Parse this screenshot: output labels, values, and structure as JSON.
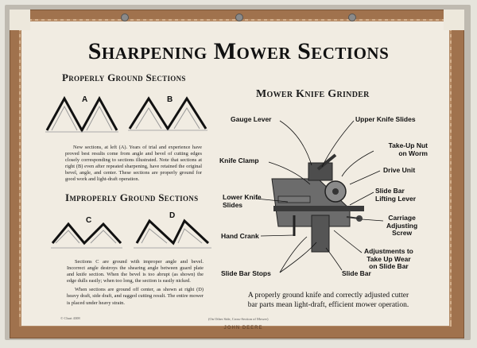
{
  "title": "Sharpening Mower Sections",
  "left": {
    "proper_heading": "Properly Ground Sections",
    "proper_letters": [
      "A",
      "B"
    ],
    "proper_paragraph": "New sections, at left (A). Years of trial and experience have proved best results come from angle and bevel of cutting edges closely corresponding to sections illustrated. Note that sections at right (B) even after repeated sharpening, have retained the original bevel, angle, and center. These sections are properly ground for good work and light-draft operation.",
    "improper_heading": "Improperly Ground Sections",
    "improper_letters": [
      "C",
      "D"
    ],
    "improper_paragraph_1": "Sections C are ground with improper angle and bevel. Incorrect angle destroys the shearing angle between guard plate and knife section. When the bevel is too abrupt (as shown) the edge dulls easily; when too long, the section is easily nicked.",
    "improper_paragraph_2": "When sections are ground off center, as shown at right (D) heavy draft, side draft, and ragged cutting result. The entire mower is placed under heavy strain."
  },
  "right": {
    "heading": "Mower Knife Grinder",
    "labels": {
      "gauge_lever": "Gauge Lever",
      "upper_knife_slides": "Upper Knife Slides",
      "take_up_nut_1": "Take-Up Nut",
      "take_up_nut_2": "on Worm",
      "knife_clamp": "Knife Clamp",
      "drive_unit": "Drive Unit",
      "lower_knife_1": "Lower Knife",
      "lower_knife_2": "Slides",
      "slide_bar_lifting_1": "Slide Bar",
      "slide_bar_lifting_2": "Lifting Lever",
      "carriage_1": "Carriage",
      "carriage_2": "Adjusting",
      "carriage_3": "Screw",
      "hand_crank": "Hand Crank",
      "adjustments_1": "Adjustments to",
      "adjustments_2": "Take Up Wear",
      "adjustments_3": "on Slide Bar",
      "slide_bar_stops": "Slide Bar Stops",
      "slide_bar": "Slide Bar"
    },
    "caption_1": "A properly ground knife and correctly adjusted cutter",
    "caption_2": "bar parts mean light-draft, efficient mower operation."
  },
  "footer": {
    "chart_no": "© Chart 4308",
    "other_side": "(On Other Side, Cross-Section of Mower)",
    "maker": "JOHN DEERE"
  },
  "colors": {
    "frame": "#a0724d",
    "paper": "#f1ece2",
    "ink": "#111111"
  }
}
